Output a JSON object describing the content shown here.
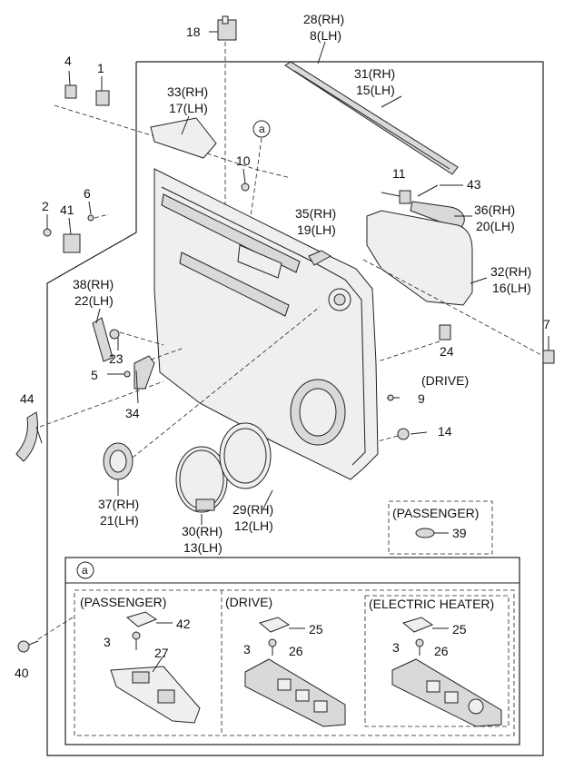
{
  "labels": {
    "p18": "18",
    "p28": "28(RH)",
    "p8": "8(LH)",
    "p4": "4",
    "p1": "1",
    "p31": "31(RH)",
    "p15": "15(LH)",
    "p33": "33(RH)",
    "p17": "17(LH)",
    "pa_top": "a",
    "p10": "10",
    "p11": "11",
    "p43": "43",
    "p36": "36(RH)",
    "p20": "20(LH)",
    "p6": "6",
    "p2": "2",
    "p41": "41",
    "p35": "35(RH)",
    "p19": "19(LH)",
    "p32": "32(RH)",
    "p16": "16(LH)",
    "p38": "38(RH)",
    "p22": "22(LH)",
    "p7": "7",
    "p23": "23",
    "p24": "24",
    "p24drive": "(DRIVE)",
    "p5": "5",
    "p9": "9",
    "p34": "34",
    "p44": "44",
    "p14": "14",
    "p37": "37(RH)",
    "p21": "21(LH)",
    "p30": "30(RH)",
    "p13": "13(LH)",
    "p29": "29(RH)",
    "p12": "12(LH)",
    "passenger39_title": "(PASSENGER)",
    "p39": "39",
    "pa_box": "a",
    "p40": "40",
    "sub_passenger": "(PASSENGER)",
    "sub_drive": "(DRIVE)",
    "sub_heater": "(ELECTRIC HEATER)",
    "p42": "42",
    "p3a": "3",
    "p27": "27",
    "p25a": "25",
    "p3b": "3",
    "p26a": "26",
    "p25b": "25",
    "p3c": "3",
    "p26b": "26"
  }
}
